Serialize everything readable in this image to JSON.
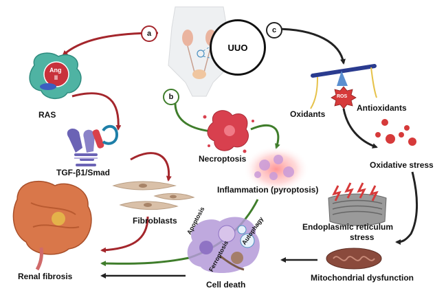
{
  "labels": {
    "uuo": "UUO",
    "branch_a": "a",
    "branch_b": "b",
    "branch_c": "c",
    "ang": "Ang",
    "ang_roman": "II",
    "ras": "RAS",
    "tgf": "TGF-β1/Smad",
    "fibroblasts": "Fibroblasts",
    "renal_fibrosis": "Renal fibrosis",
    "necroptosis": "Necroptosis",
    "inflammation": "Inflammation (pyroptosis)",
    "oxidants": "Oxidants",
    "antioxidants": "Antioxidants",
    "ros": "ROS",
    "oxidative_stress": "Oxidative stress",
    "er_stress_line1": "Endoplasmic reticulum",
    "er_stress_line2": "stress",
    "mito": "Mitochondrial dysfunction",
    "apoptosis": "Apoptosis",
    "ferroptosis": "Ferroptosis",
    "autophagy": "Autophagy",
    "cell_death": "Cell death"
  },
  "colors": {
    "branch_a": "#a4262c",
    "branch_b": "#3f7d2b",
    "branch_c": "#222222",
    "ras_blob": "#4fb3a3",
    "ang_core": "#c8323c",
    "tgf_purple": "#6b63b5",
    "tgf_red": "#d9404a",
    "tgf_blue": "#1e7fa8",
    "kidney": "#d9774a",
    "necro": "#d8404e",
    "inflam": "#f3a0a8",
    "ros": "#d63a3a",
    "er": "#8a8a8a",
    "mito": "#8a4a3c",
    "fibroblast": "#d9c0a8"
  }
}
